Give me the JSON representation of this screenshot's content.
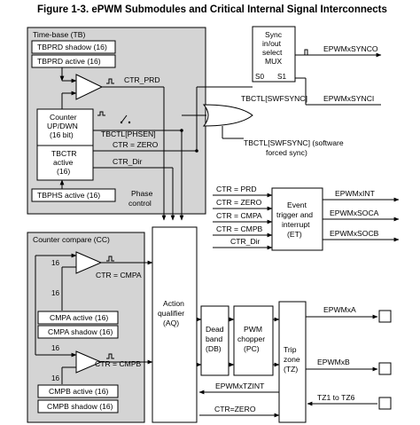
{
  "title": "Figure 1-3. ePWM Submodules and Critical Internal Signal Interconnects",
  "regions": {
    "timebase": "Time-base (TB)",
    "counter_compare": "Counter compare (CC)"
  },
  "blocks": {
    "tbprd_shadow": "TBPRD shadow (16)",
    "tbprd_active": "TBPRD active (16)",
    "counter_line1": "Counter",
    "counter_line2": "UP/DWN",
    "counter_line3": "(16 bit)",
    "tbctr_line1": "TBCTR",
    "tbctr_line2": "active",
    "tbctr_line3": "(16)",
    "tbphs_active": "TBPHS active (16)",
    "phase_control_1": "Phase",
    "phase_control_2": "control",
    "sync_line1": "Sync",
    "sync_line2": "in/out",
    "sync_line3": "select",
    "sync_line4": "MUX",
    "sync_s0": "S0",
    "sync_s1": "S1",
    "cmpa_active": "CMPA active (16)",
    "cmpa_shadow": "CMPA shadow (16)",
    "cmpb_active": "CMPB active (16)",
    "cmpb_shadow": "CMPB shadow (16)",
    "aq_line1": "Action",
    "aq_line2": "qualifier",
    "aq_line3": "(AQ)",
    "db_line1": "Dead",
    "db_line2": "band",
    "db_line3": "(DB)",
    "pc_line1": "PWM",
    "pc_line2": "chopper",
    "pc_line3": "(PC)",
    "tz_line1": "Trip",
    "tz_line2": "zone",
    "tz_line3": "(TZ)",
    "et_line1": "Event",
    "et_line2": "trigger and",
    "et_line3": "interrupt",
    "et_line4": "(ET)"
  },
  "signals": {
    "ctr_prd": "CTR_PRD",
    "ctr_zero": "CTR = ZERO",
    "ctr_dir": "CTR_Dir",
    "tbctl_phsen": "TBCTL[PHSEN]",
    "tbctl_swfsync": "TBCTL[SWFSYNC]",
    "tbctl_swfsync_note1": "TBCTL[SWFSYNC] (software",
    "tbctl_swfsync_note2": "forced sync)",
    "epwm_synco": "EPWMxSYNCO",
    "epwm_synci": "EPWMxSYNCI",
    "ctr_cmpa": "CTR = CMPA",
    "ctr_cmpb": "CTR = CMPB",
    "bus16": "16",
    "et_in_prd": "CTR = PRD",
    "et_in_zero": "CTR = ZERO",
    "et_in_cmpa": "CTR = CMPA",
    "et_in_cmpb": "CTR = CMPB",
    "et_in_dir": "CTR_Dir",
    "epwm_int": "EPWMxINT",
    "epwm_soca": "EPWMxSOCA",
    "epwm_socb": "EPWMxSOCB",
    "epwm_a": "EPWMxA",
    "epwm_b": "EPWMxB",
    "epwm_tzint": "EPWMxTZINT",
    "ctr_zero_tz": "CTR=ZERO",
    "tz_inputs": "TZ1 to TZ6"
  }
}
